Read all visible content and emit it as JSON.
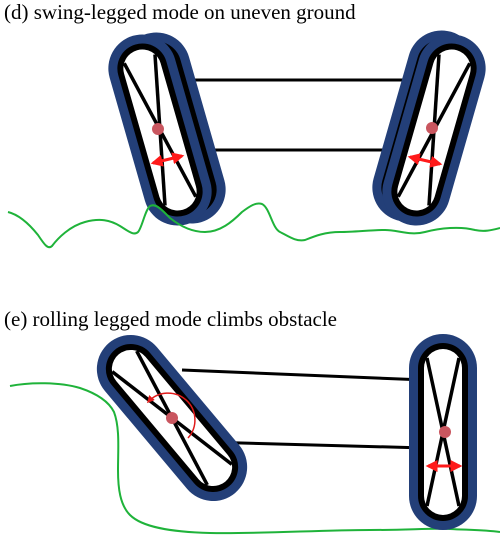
{
  "panels": [
    {
      "caption": "(d) swing-legged mode on uneven ground",
      "mode": "swing-legged",
      "terrain": "uneven ground"
    },
    {
      "caption": "(e) rolling legged mode climbs obstacle",
      "mode": "rolling legged",
      "terrain": "obstacle"
    }
  ],
  "colors": {
    "leg_outer": "#233f78",
    "leg_inner": "#000000",
    "leg_fill": "#ffffff",
    "hub": "#c9565f",
    "arrow": "#ff1a1a",
    "ground": "#1fb33a",
    "background": "#ffffff"
  },
  "icons": {
    "hub": "pivot-dot-icon",
    "swing_arrow": "double-arrow-icon",
    "rotation_arrow": "curved-arrow-icon"
  }
}
